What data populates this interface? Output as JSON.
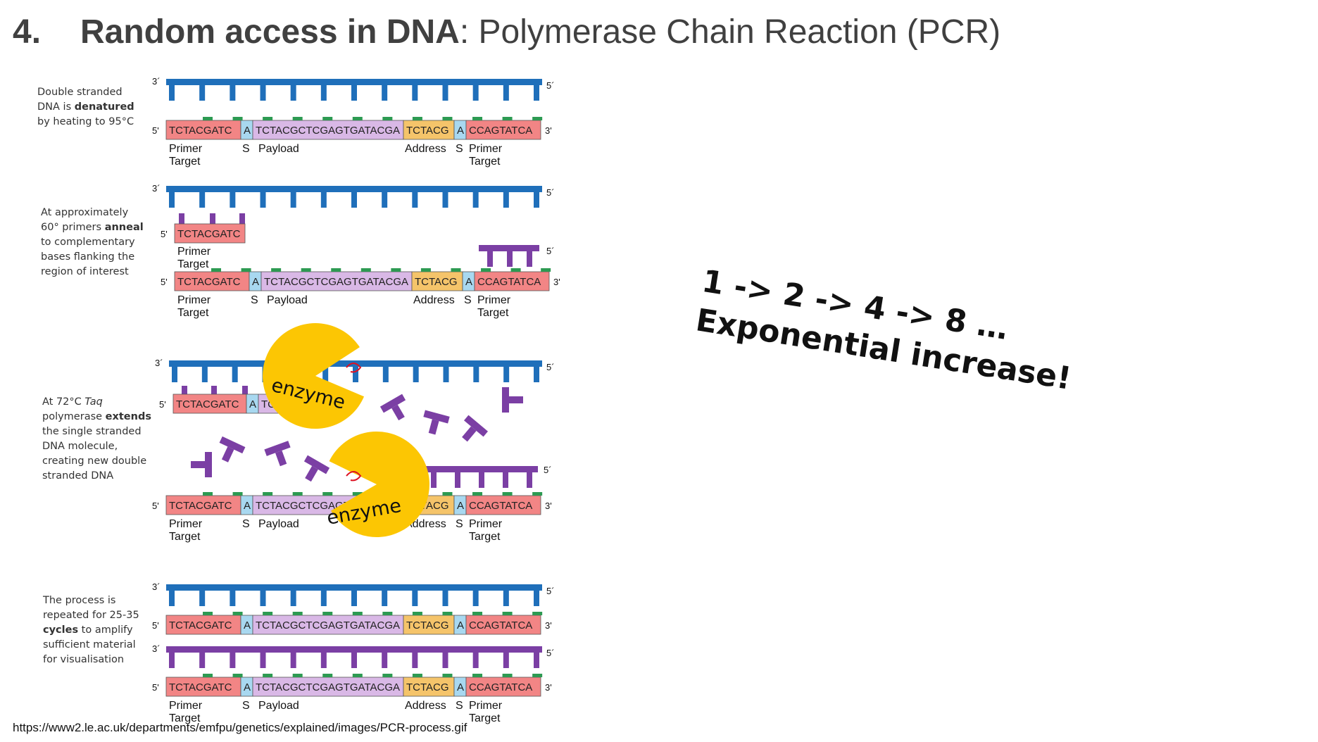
{
  "title": {
    "number": "4.",
    "bold": "Random access in DNA",
    "colon": ":",
    "rest": "Polymerase Chain Reaction (PCR)"
  },
  "captions": {
    "step1": {
      "line1": "Double stranded",
      "line2_pre": "DNA is ",
      "line2_bold": "denatured",
      "line3": "by heating to 95°C"
    },
    "step2": {
      "line1": "At approximately",
      "line2_pre": "60° primers ",
      "line2_bold": "anneal",
      "line3": "to complementary",
      "line4": "bases flanking the",
      "line5": "region of interest"
    },
    "step3": {
      "line1_pre": "At 72°C ",
      "line1_ital": "Taq",
      "line2_pre": "polymerase ",
      "line2_bold": "extends",
      "line3": "the single stranded",
      "line4": "DNA molecule,",
      "line5": "creating new double",
      "line6": "stranded DNA"
    },
    "step4": {
      "line1": "The process is",
      "line2": "repeated for 25-35",
      "line3_bold": "cycles",
      "line3_post": " to amplify",
      "line4": "sufficient material",
      "line5": "for visualisation"
    }
  },
  "strand": {
    "primer_target": "TCTACGATC",
    "spacer": "A",
    "payload": "TCTACGCTCGAGTGATACGA",
    "address": "TCTACG",
    "primer_end": "CCAGTATCA",
    "primer_partial": "TC",
    "payload_partial": "TCTACGC",
    "address_partial": "ACG"
  },
  "labels": {
    "primer": "Primer",
    "target": "Target",
    "s": "S",
    "payload": "Payload",
    "address": "Address",
    "five": "5'",
    "three": "3'",
    "three_prime_top": "3´",
    "five_prime_top": "5´"
  },
  "enzyme_label": "enzyme",
  "exponential": {
    "line1": "1 -> 2 -> 4 -> 8 …",
    "line2": "Exponential increase!"
  },
  "source_url": "https://www2.le.ac.uk/departments/emfpu/genetics/explained/images/PCR-process.gif",
  "colors": {
    "blue": "#1f6fba",
    "purple": "#7b3fa4",
    "red_box": "#f28585",
    "lilac_box": "#d9b8e6",
    "orange_box": "#f5c46a",
    "cyan_box": "#a8d8f0",
    "green_tick": "#2d9a52",
    "enzyme": "#fcc603"
  }
}
